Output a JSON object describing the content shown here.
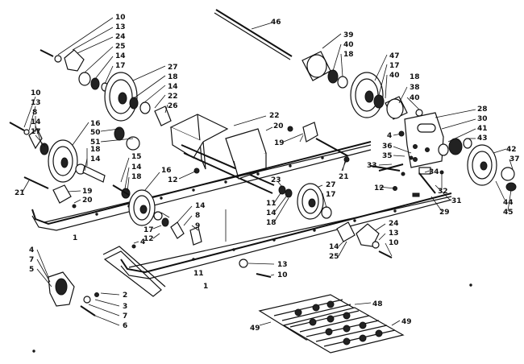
{
  "callouts": {
    "c46": "46",
    "c39": "39",
    "c40a": "40",
    "c18a": "18",
    "c47": "47",
    "c17a": "17",
    "c40b": "40",
    "c18b": "18",
    "c38": "38",
    "c40c": "40",
    "c10a": "10",
    "c13a": "13",
    "c24a": "24",
    "c25a": "25",
    "c14a": "14",
    "c17b": "17",
    "c27a": "27",
    "c18c": "18",
    "c14b": "14",
    "c22a": "22",
    "c26": "26",
    "c10b": "10",
    "c13b": "13",
    "c8a": "8",
    "c14c": "14",
    "c17c": "17",
    "c16a": "16",
    "c50": "50",
    "c51": "51",
    "c18d": "18",
    "c14d": "14",
    "c22b": "22",
    "c20a": "20",
    "c19a": "19",
    "c28": "28",
    "c30": "30",
    "c41": "41",
    "c43": "43",
    "c4a": "4",
    "c36": "36",
    "c35": "35",
    "c33": "33",
    "c34": "34",
    "c32": "32",
    "c31": "31",
    "c29": "29",
    "c42": "42",
    "c37": "37",
    "c44": "44",
    "c45": "45",
    "c15": "15",
    "c14e": "14",
    "c18e": "18",
    "c16b": "16",
    "c12a": "12",
    "c21a": "21",
    "c19b": "19",
    "c20b": "20",
    "c21b": "21",
    "c23": "23",
    "c11a": "11",
    "c14f": "14",
    "c18f": "18",
    "c27b": "27",
    "c17d": "17",
    "c12b": "12",
    "c14g": "14",
    "c8b": "8",
    "c9": "9",
    "c17e": "17",
    "c12c": "12",
    "c1a": "1",
    "c1b": "1",
    "c11b": "11",
    "c14h": "14",
    "c25b": "25",
    "c24b": "24",
    "c13c": "13",
    "c10c": "10",
    "c13d": "13",
    "c10d": "10",
    "c4b": "4",
    "c7a": "7",
    "c5": "5",
    "c4c": "4",
    "c2": "2",
    "c3": "3",
    "c7b": "7",
    "c6": "6",
    "c48": "48",
    "c49a": "49",
    "c49b": "49"
  }
}
